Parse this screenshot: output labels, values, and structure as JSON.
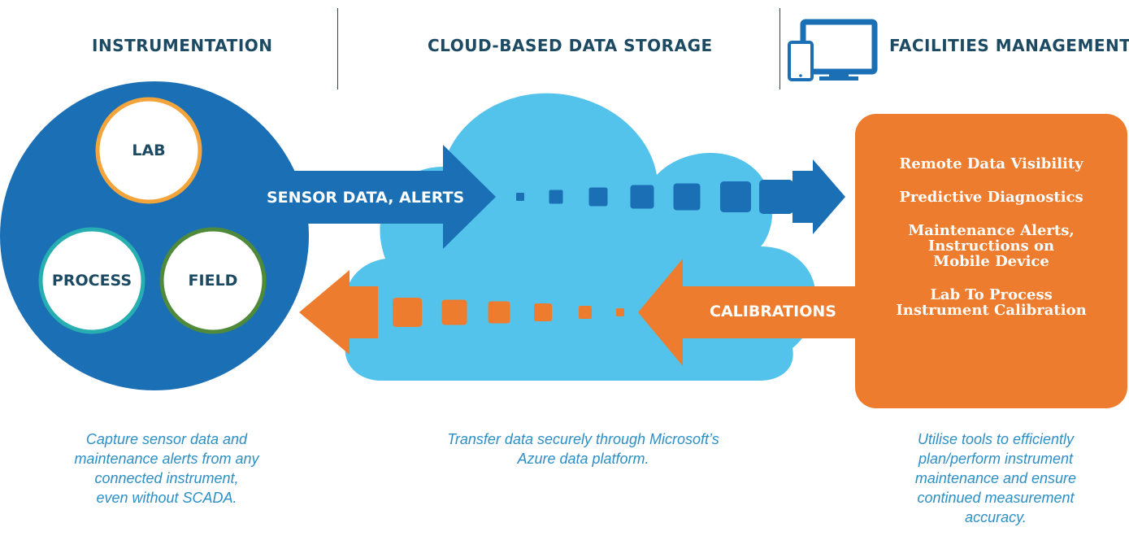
{
  "headers": {
    "instrumentation": "INSTRUMENTATION",
    "cloud": "CLOUD-BASED DATA STORAGE",
    "facilities": "FACILITIES MANAGEMENT"
  },
  "circles": {
    "lab": "LAB",
    "process": "PROCESS",
    "field": "FIELD"
  },
  "arrows": {
    "upload": "SENSOR DATA, ALERTS",
    "download": "CALIBRATIONS"
  },
  "panel": {
    "items": [
      "Remote Data Visibility",
      "Predictive Diagnostics",
      "Maintenance Alerts,\nInstructions on\nMobile Device",
      "Lab To Process\nInstrument Calibration"
    ]
  },
  "captions": {
    "instrumentation": "Capture sensor data and\nmaintenance alerts from any\nconnected instrument,\neven without SCADA.",
    "cloud": "Transfer data securely through Microsoft’s\nAzure data platform.",
    "facilities": "Utilise tools to efficiently\nplan/perform instrument\nmaintenance and ensure\ncontinued measurement\naccuracy."
  },
  "colors": {
    "dark_blue": "#1b6fb5",
    "cloud_blue": "#53c3ec",
    "orange": "#ee7c2e",
    "lab_ring": "#f3a43a",
    "process_ring": "#26aeb0",
    "field_ring": "#4f8a3b",
    "navy_text": "#1c4a63",
    "caption_blue": "#2c8fc6"
  },
  "icons": {
    "devices": "mobile-and-monitor-icon"
  }
}
